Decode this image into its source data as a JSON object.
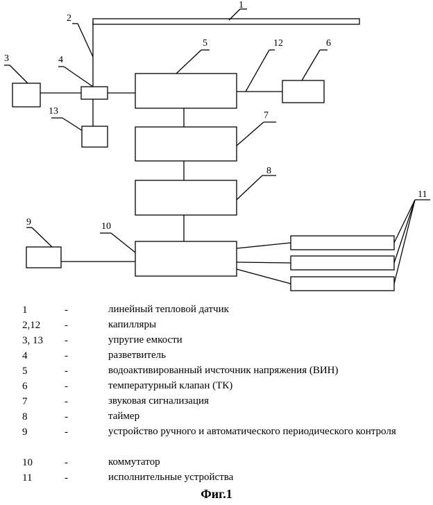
{
  "diagram": {
    "labels": {
      "l1": "1",
      "l2": "2",
      "l3": "3",
      "l4": "4",
      "l5": "5",
      "l6": "6",
      "l7": "7",
      "l8": "8",
      "l9": "9",
      "l10": "10",
      "l11": "11",
      "l12": "12",
      "l13": "13"
    }
  },
  "legend": [
    {
      "num": "1",
      "dash": "-",
      "desc": "линейный тепловой датчик"
    },
    {
      "num": "2,12",
      "dash": "-",
      "desc": "капилляры"
    },
    {
      "num": "3, 13",
      "dash": "-",
      "desc": "упругие емкости"
    },
    {
      "num": "4",
      "dash": "-",
      "desc": "разветвитель"
    },
    {
      "num": "5",
      "dash": "-",
      "desc": "водоактивированный ичсточник напряжения (ВИН)"
    },
    {
      "num": "6",
      "dash": "-",
      "desc": "температурный клапан (ТК)"
    },
    {
      "num": "7",
      "dash": "-",
      "desc": "звуковая сигнализация"
    },
    {
      "num": "8",
      "dash": "-",
      "desc": "таймер"
    },
    {
      "num": "9",
      "dash": "-",
      "desc": "устройство ручного и автоматического периодического контроля"
    },
    {
      "num": "10",
      "dash": "-",
      "desc": "коммутатор"
    },
    {
      "num": "11",
      "dash": "-",
      "desc": "исполнительные устройства"
    }
  ],
  "caption": "Фиг.1"
}
